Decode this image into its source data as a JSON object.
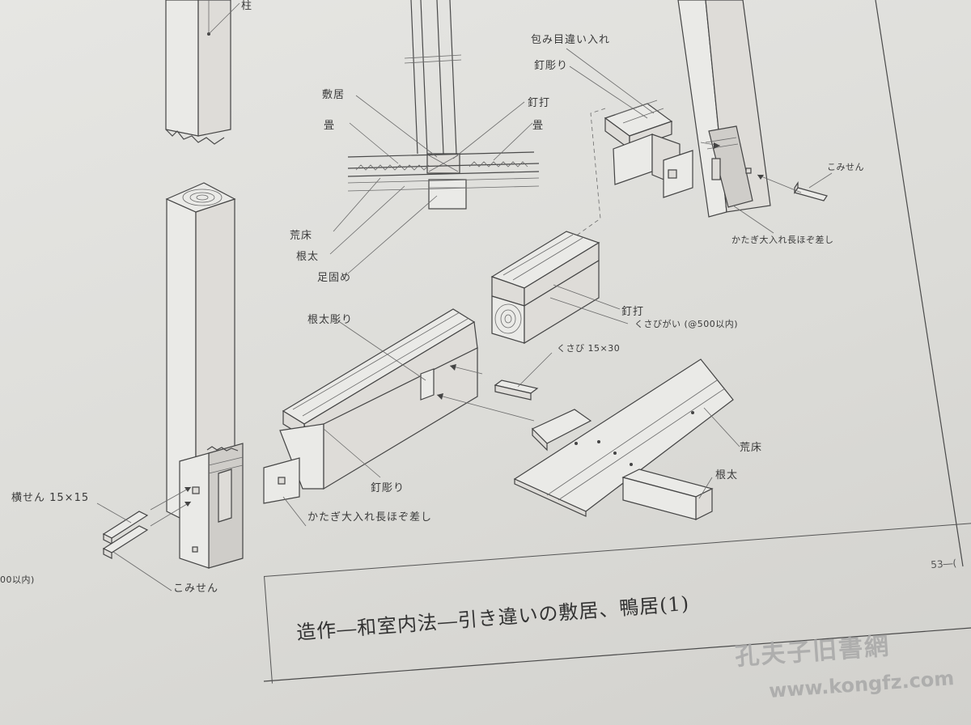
{
  "labels": {
    "hashira": "柱",
    "tsutsumi": "包み目違い入れ",
    "kugibori_top": "釘彫り",
    "shikii": "敷居",
    "kugiuchi_top": "釘打",
    "tatami_left": "畳",
    "tatami_right": "畳",
    "arayuka_top": "荒床",
    "neda_top": "根太",
    "ashigatame": "足固め",
    "komisen_right": "こみせん",
    "katagi_right": "かたぎ大入れ長ほぞ差し",
    "nedabori": "根太彫り",
    "kugiuchi_mid": "釘打",
    "kusabigai": "くさびがい (@500以内)",
    "kusabi": "くさび 15×30",
    "arayuka_bottom": "荒床",
    "neda_bottom": "根太",
    "kugibori_mid": "釘彫り",
    "katagi_bottom": "かたぎ大入れ長ほぞ差し",
    "yokosen": "横せん 15×15",
    "komisen_left": "こみせん",
    "spacing_left": "00以内)"
  },
  "title_block": {
    "title": "造作―和室内法―引き違いの敷居、鴨居(1)",
    "page_number": "53―("
  },
  "watermark": {
    "text": "孔夫子旧書網",
    "url": "www.kongfz.com"
  }
}
